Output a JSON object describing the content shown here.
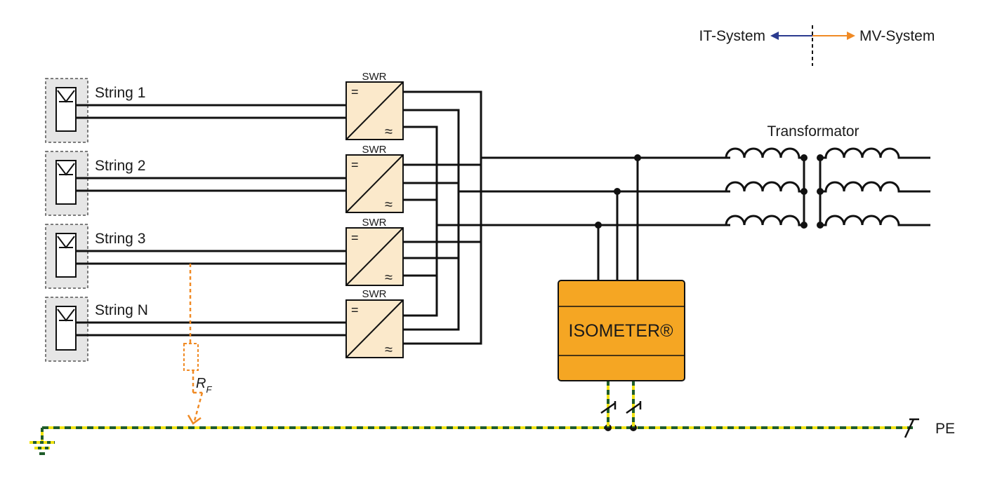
{
  "legend": {
    "left_label": "IT-System",
    "right_label": "MV-System",
    "left_color": "#2b3b8f",
    "right_color": "#f08a24"
  },
  "strings": [
    {
      "label": "String 1"
    },
    {
      "label": "String 2"
    },
    {
      "label": "String 3"
    },
    {
      "label": "String N"
    }
  ],
  "inverter_label": "SWR",
  "inverter_symbols": {
    "dc": "=",
    "ac": "≈"
  },
  "transformer_label": "Transformator",
  "isometer_label": "ISOMETER®",
  "fault_resistance": {
    "base": "R",
    "sub": "F",
    "color": "#f08a24"
  },
  "pe_label": "PE",
  "colors": {
    "line": "#111111",
    "panel_fill": "#e6e6e6",
    "inverter_fill": "#fbe9cb",
    "isometer_fill": "#f5a623",
    "pe_green": "#1f5c2a",
    "pe_yellow": "#f2e312"
  },
  "icons": [
    "pv-panel-icon",
    "inverter-icon",
    "transformer-coil-icon",
    "ground-icon"
  ]
}
